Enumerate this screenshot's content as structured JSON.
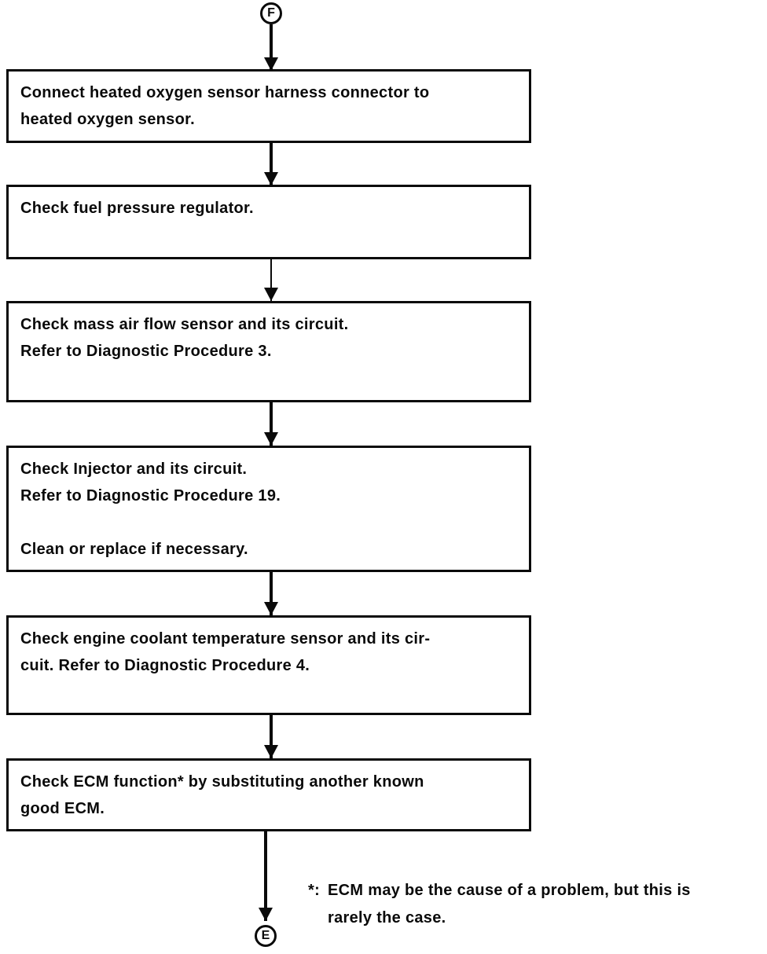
{
  "page": {
    "background": "#ffffff",
    "ink": "#0a0a0a"
  },
  "connectors": {
    "top": {
      "label": "F"
    },
    "bottom": {
      "label": "E"
    }
  },
  "boxes": [
    {
      "text": "Connect heated oxygen sensor harness connector to\nheated oxygen sensor."
    },
    {
      "text": "Check fuel pressure regulator."
    },
    {
      "text": "Check mass air flow sensor and its circuit.\nRefer to Diagnostic Procedure 3."
    },
    {
      "text": "Check Injector and its circuit.\nRefer to Diagnostic Procedure 19.\n\nClean or replace if necessary."
    },
    {
      "text": "Check engine coolant temperature sensor and its cir-\ncuit. Refer to Diagnostic Procedure 4."
    },
    {
      "text": "Check ECM function* by substituting another known\ngood ECM."
    }
  ],
  "footnote": {
    "marker": "*:",
    "text": "ECM may be the cause of a problem, but this is\nrarely the case."
  }
}
